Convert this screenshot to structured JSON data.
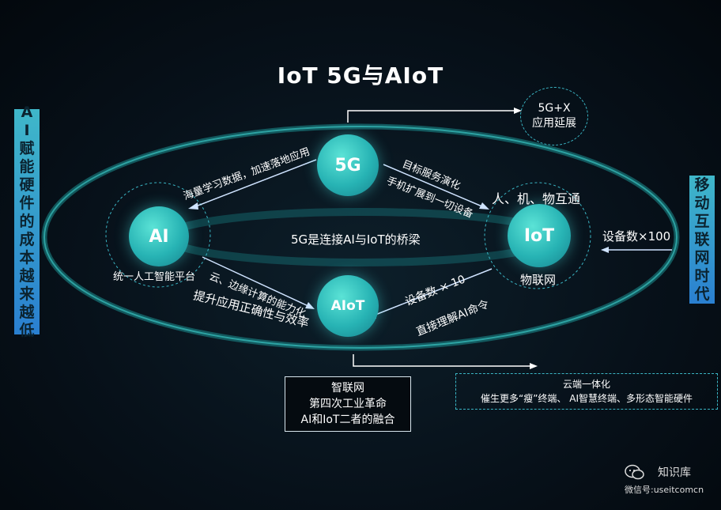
{
  "title": "IoT 5G与AIoT",
  "left_panel": {
    "chars": [
      "A",
      "I",
      "赋",
      "能",
      "硬",
      "件",
      "的",
      "成",
      "本",
      "越",
      "来",
      "越",
      "低"
    ]
  },
  "right_panel": {
    "chars": [
      "移",
      "动",
      "互",
      "联",
      "网",
      "时",
      "代"
    ]
  },
  "nodes": {
    "five_g": "5G",
    "ai": "AI",
    "iot": "IoT",
    "aiot": "AIoT"
  },
  "labels": {
    "ai_platform": "统一人工智能平台",
    "iot_sub": "物联网",
    "people_things": "人、机、物互通",
    "bridge": "5G是连接AI与IoT的桥梁",
    "mass_learning": "海量学习数据，加速落地应用",
    "target_service": "目标服务演化",
    "phone_extend": "手机扩展到一切设备",
    "cloud_edge": "云、边缘计算的能力化",
    "improve_accuracy": "提升应用正确性与效率",
    "devices_x10": "设备数 × 10",
    "understand_ai": "直接理解AI命令",
    "devices_x100": "设备数×100"
  },
  "top_right_box": {
    "line1": "5G+X",
    "line2": "应用延展"
  },
  "bottom_box": {
    "line1": "智联网",
    "line2": "第四次工业革命",
    "line3": "AI和IoT二者的融合"
  },
  "cloud_box": {
    "line1": "云端一体化",
    "line2": "催生更多“瘦”终端、 AI智慧终端、多形态智能硬件"
  },
  "watermark": {
    "name": "知识库",
    "id": "微信号:useitcomcn"
  },
  "colors": {
    "accent": "#2fd0cf",
    "panel_top": "#3fb7c9",
    "panel_bottom": "#2a7fd0"
  }
}
